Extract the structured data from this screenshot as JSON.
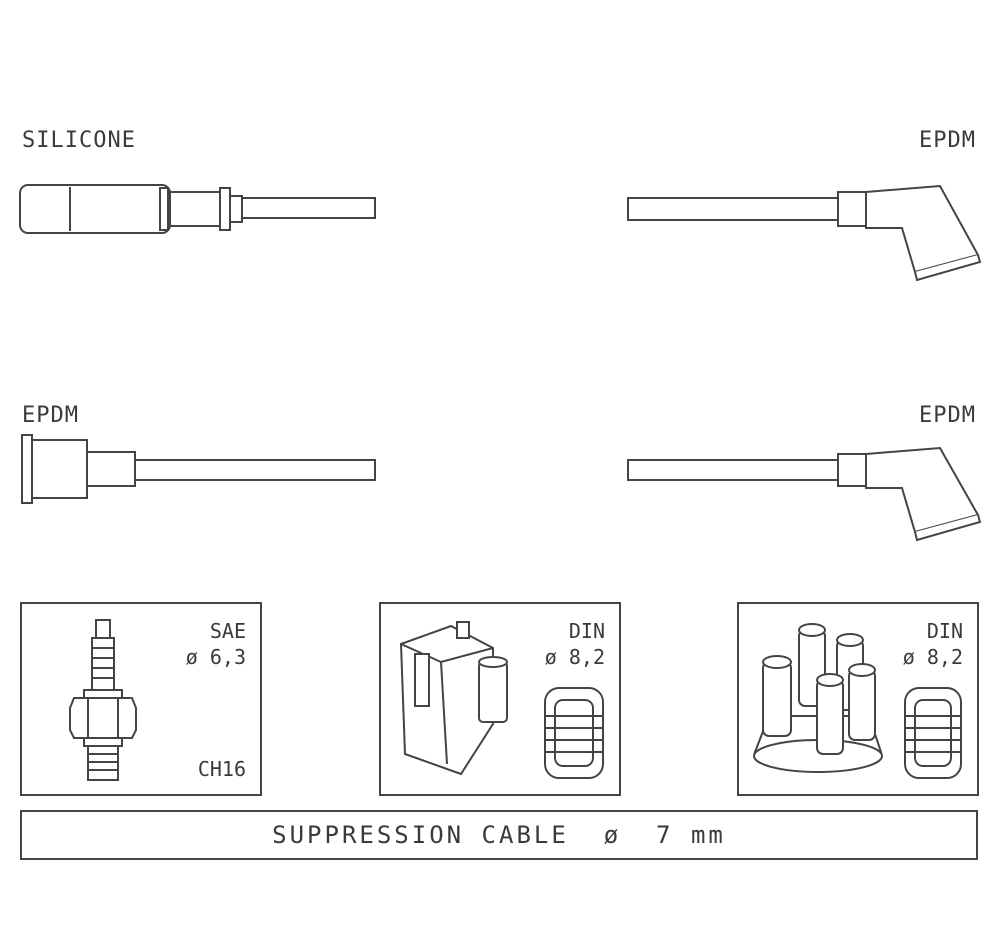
{
  "labels": {
    "top_left": "SILICONE",
    "top_right": "EPDM",
    "mid_left": "EPDM",
    "mid_right": "EPDM"
  },
  "boxes": [
    {
      "line1": "SAE",
      "line2": "ø 6,3",
      "line3": "CH16",
      "icon": "spark-plug-icon"
    },
    {
      "line1": "DIN",
      "line2": "ø 8,2",
      "icon": "ignition-coil-icon"
    },
    {
      "line1": "DIN",
      "line2": "ø 8,2",
      "icon": "distributor-cap-icon"
    }
  ],
  "banner": {
    "text": "SUPPRESSION CABLE  ø  7 mm"
  },
  "colors": {
    "line": "#444444",
    "background": "#ffffff"
  }
}
